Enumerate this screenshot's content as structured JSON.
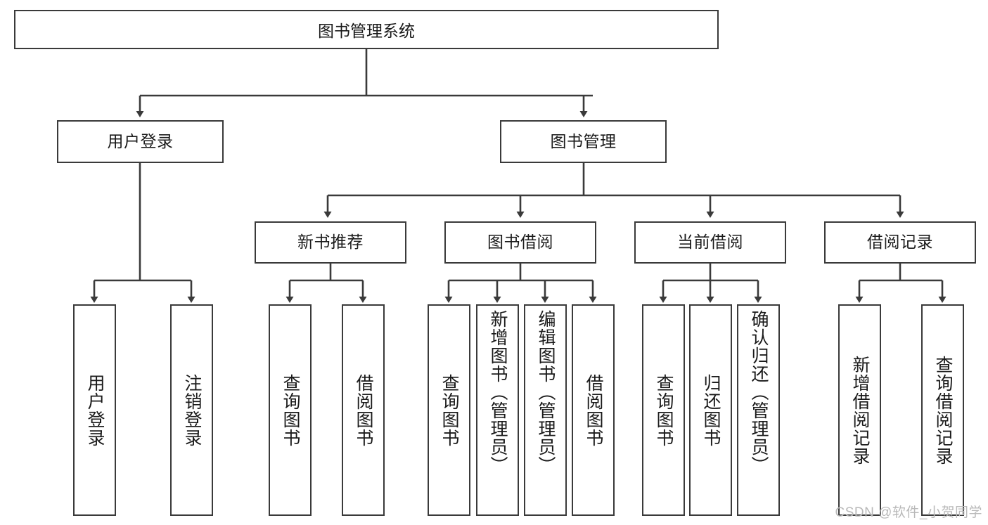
{
  "diagram": {
    "title": "图书管理系统",
    "type": "tree-hierarchy-diagram",
    "watermark": "CSDN @软件_小贺同学",
    "colors": {
      "stroke": "#3a3a3a",
      "fill": "#ffffff",
      "text": "#1a1a1a",
      "watermark": "#b9b9b9"
    },
    "levels": {
      "level0": {
        "label": "图书管理系统"
      },
      "level1": [
        {
          "id": "user-login",
          "label": "用户登录"
        },
        {
          "id": "book-manage",
          "label": "图书管理"
        }
      ],
      "level2": [
        {
          "id": "new-book-rec",
          "label": "新书推荐"
        },
        {
          "id": "book-borrow",
          "label": "图书借阅"
        },
        {
          "id": "current-borrow",
          "label": "当前借阅"
        },
        {
          "id": "borrow-record",
          "label": "借阅记录"
        }
      ],
      "level3": {
        "user-login": [
          {
            "id": "leaf-user-login",
            "label": "用户登录",
            "align": "center"
          },
          {
            "id": "leaf-logout-login",
            "label": "注销登录",
            "align": "center"
          }
        ],
        "new-book-rec": [
          {
            "id": "leaf-query-book-1",
            "label": "查询图书",
            "align": "center"
          },
          {
            "id": "leaf-borrow-book-1",
            "label": "借阅图书",
            "align": "center"
          }
        ],
        "book-borrow": [
          {
            "id": "leaf-query-book-2",
            "label": "查询图书",
            "align": "center"
          },
          {
            "id": "leaf-add-book-admin",
            "label": "新增图书（管理员）",
            "align": "top"
          },
          {
            "id": "leaf-edit-book-admin",
            "label": "编辑图书（管理员）",
            "align": "top"
          },
          {
            "id": "leaf-borrow-book-2",
            "label": "借阅图书",
            "align": "center"
          }
        ],
        "current-borrow": [
          {
            "id": "leaf-query-book-3",
            "label": "查询图书",
            "align": "center"
          },
          {
            "id": "leaf-return-book",
            "label": "归还图书",
            "align": "center"
          },
          {
            "id": "leaf-confirm-return-admin",
            "label": "确认归还（管理员）",
            "align": "top"
          }
        ],
        "borrow-record": [
          {
            "id": "leaf-add-borrow-record",
            "label": "新增借阅记录",
            "align": "center"
          },
          {
            "id": "leaf-query-borrow-record",
            "label": "查询借阅记录",
            "align": "center"
          }
        ]
      }
    }
  }
}
